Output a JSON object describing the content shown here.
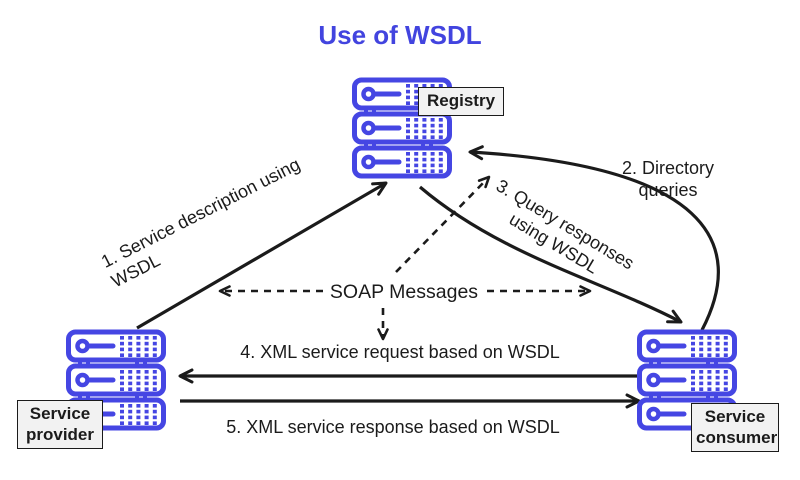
{
  "title": "Use of WSDL",
  "colors": {
    "accent_blue": "#4546E3",
    "title_blue": "#4244DF",
    "line_black": "#1b1b1b",
    "node_label_bg": "#f2f2f2"
  },
  "nodes": {
    "registry": {
      "label": "Registry"
    },
    "provider": {
      "label": "Service provider"
    },
    "consumer": {
      "label": "Service consumer"
    }
  },
  "flows": {
    "step1": "1. Service description using WSDL",
    "step2": "2. Directory queries",
    "step3": "3. Query responses using WSDL",
    "step4": "4. XML service request based on WSDL",
    "step5": "5. XML service response based on WSDL",
    "soap": "SOAP Messages"
  }
}
